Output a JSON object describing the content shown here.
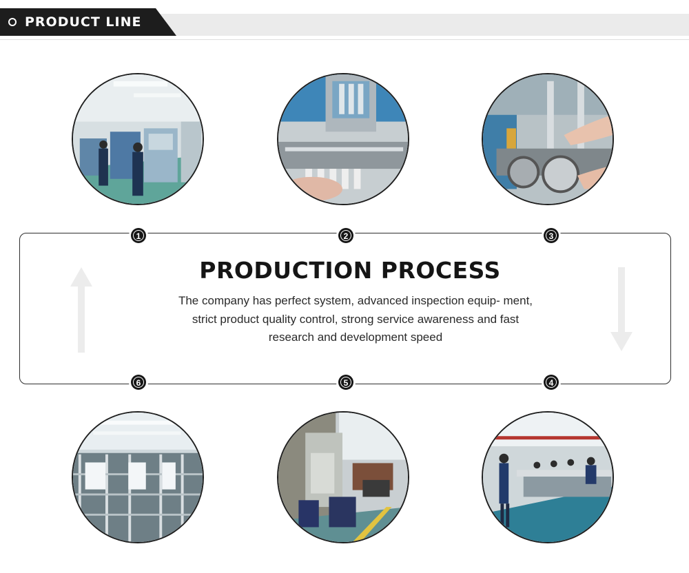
{
  "header": {
    "title": "PRODUCT LINE",
    "icon": "ring-icon"
  },
  "process": {
    "title": "PRODUCTION PROCESS",
    "description": "The company has perfect system, advanced inspection equip- ment, strict product quality control, strong service awareness and fast research and development speed"
  },
  "steps": [
    {
      "number": "1",
      "photo": "factory-workstations-photo"
    },
    {
      "number": "2",
      "photo": "machine-assembly-closeup-photo"
    },
    {
      "number": "3",
      "photo": "hands-operating-machine-photo"
    },
    {
      "number": "4",
      "photo": "assembly-line-workers-photo"
    },
    {
      "number": "5",
      "photo": "industrial-press-machine-photo"
    },
    {
      "number": "6",
      "photo": "storage-racks-photo"
    }
  ],
  "colors": {
    "dark": "#1d1d1d",
    "banner_strip": "#ebebeb",
    "frame_border": "#2d2d2d",
    "arrow": "#ececec"
  }
}
